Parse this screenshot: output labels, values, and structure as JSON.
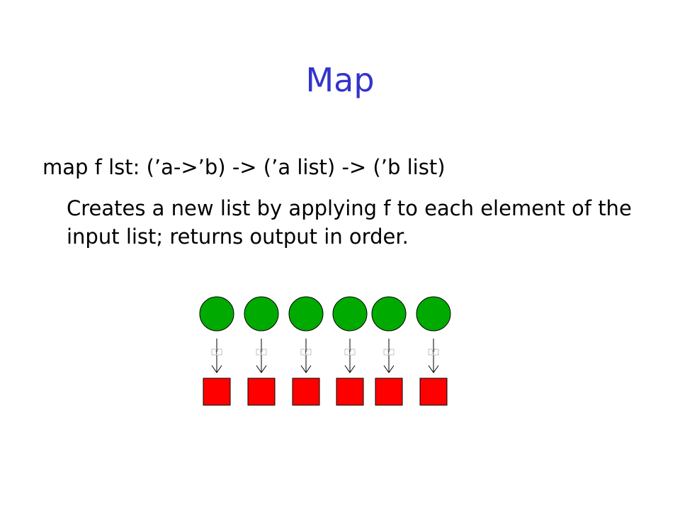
{
  "slide": {
    "title": "Map",
    "signature": "map f lst: (’a->’b) -> (’a list) -> (’b list)",
    "description": "Creates a new list by applying f to each element of the input list; returns output in order."
  },
  "diagram": {
    "input_color": "#00aa00",
    "output_color": "#ff0000",
    "arrow_label": "f",
    "items": 6
  }
}
